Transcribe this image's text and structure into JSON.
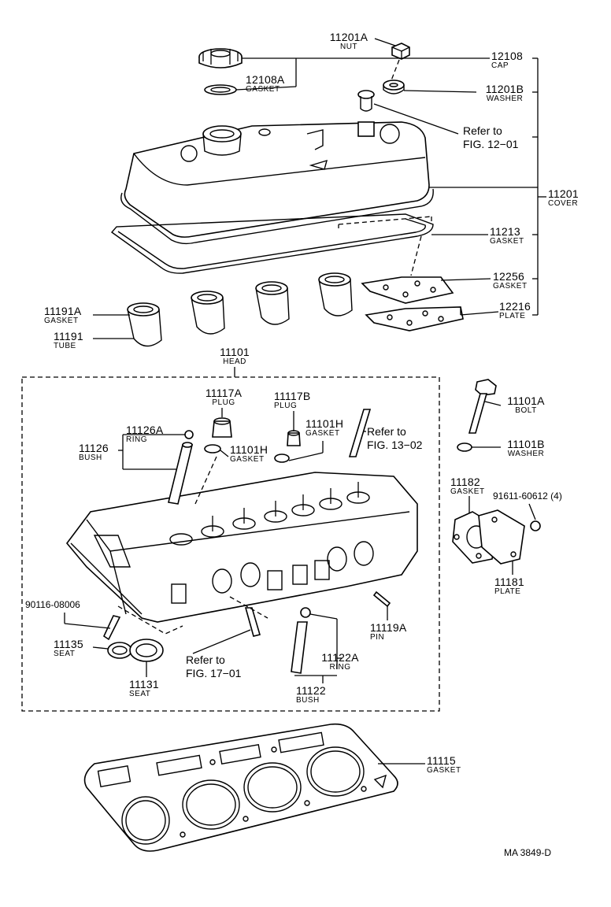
{
  "labels": [
    {
      "id": "nut",
      "number": "11201A",
      "name": "NUT"
    },
    {
      "id": "cap",
      "number": "12108",
      "name": "CAP"
    },
    {
      "id": "cap-gasket",
      "number": "12108A",
      "name": "GASKET"
    },
    {
      "id": "washer",
      "number": "11201B",
      "name": "WASHER"
    },
    {
      "id": "cover",
      "number": "11201",
      "name": "COVER"
    },
    {
      "id": "cover-gasket",
      "number": "11213",
      "name": "GASKET"
    },
    {
      "id": "plate-gasket",
      "number": "12256",
      "name": "GASKET"
    },
    {
      "id": "plate",
      "number": "12216",
      "name": "PLATE"
    },
    {
      "id": "tube-gasket",
      "number": "11191A",
      "name": "GASKET"
    },
    {
      "id": "tube",
      "number": "11191",
      "name": "TUBE"
    },
    {
      "id": "head",
      "number": "11101",
      "name": "HEAD"
    },
    {
      "id": "plug-a",
      "number": "11117A",
      "name": "PLUG"
    },
    {
      "id": "plug-b",
      "number": "11117B",
      "name": "PLUG"
    },
    {
      "id": "ring",
      "number": "11126A",
      "name": "RING"
    },
    {
      "id": "bush",
      "number": "11126",
      "name": "BUSH"
    },
    {
      "id": "plug-gasket-1",
      "number": "11101H",
      "name": "GASKET"
    },
    {
      "id": "plug-gasket-2",
      "number": "11101H",
      "name": "GASKET"
    },
    {
      "id": "bolt",
      "number": "11101A",
      "name": "BOLT"
    },
    {
      "id": "bolt-washer",
      "number": "11101B",
      "name": "WASHER"
    },
    {
      "id": "water-gasket",
      "number": "11182",
      "name": "GASKET"
    },
    {
      "id": "water-plate",
      "number": "11181",
      "name": "PLATE"
    },
    {
      "id": "pin",
      "number": "11119A",
      "name": "PIN"
    },
    {
      "id": "exhaust-ring",
      "number": "11122A",
      "name": "RING"
    },
    {
      "id": "exhaust-bush",
      "number": "11122",
      "name": "BUSH"
    },
    {
      "id": "seat-small",
      "number": "11135",
      "name": "SEAT"
    },
    {
      "id": "seat-large",
      "number": "11131",
      "name": "SEAT"
    },
    {
      "id": "head-gasket",
      "number": "11115",
      "name": "GASKET"
    }
  ],
  "codes": {
    "stud": "90116-08006",
    "bolt_qty": "91611-60612 (4)"
  },
  "references": {
    "fig12": "Refer to\nFIG. 12−01",
    "fig13": "Refer to\nFIG. 13−02",
    "fig17": "Refer to\nFIG. 17−01"
  },
  "diagram_id": "MA 3849-D"
}
